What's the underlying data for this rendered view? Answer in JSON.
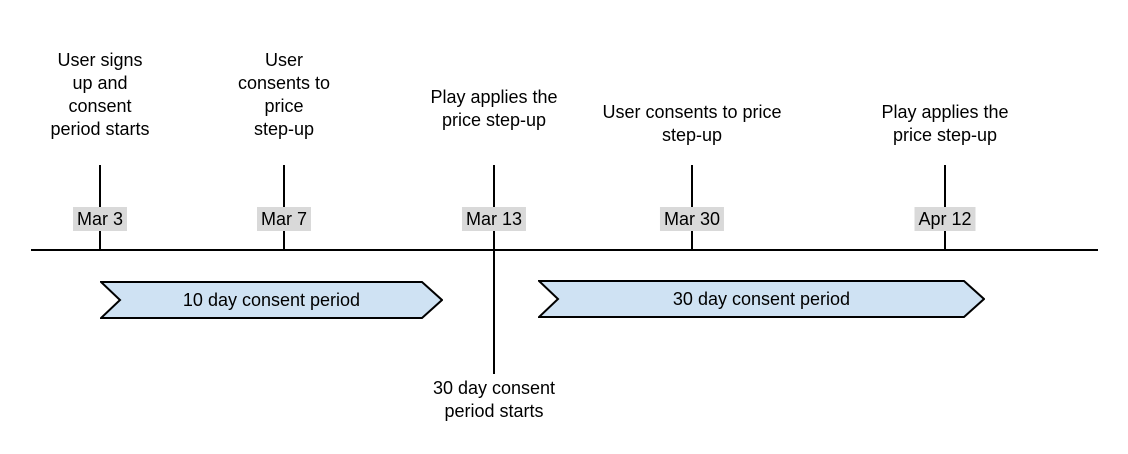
{
  "colors": {
    "background": "#ffffff",
    "text": "#000000",
    "line": "#000000",
    "arrow_fill": "#cfe2f3",
    "arrow_border": "#000000",
    "date_highlight": "#d9d9d9"
  },
  "timeline": {
    "events": [
      {
        "date": "Mar 3",
        "description": "User signs\nup and\nconsent\nperiod starts"
      },
      {
        "date": "Mar 7",
        "description": "User\nconsents to\nprice\nstep-up"
      },
      {
        "date": "Mar 13",
        "description": "Play applies the\nprice step-up",
        "note_below": "30 day consent\nperiod starts"
      },
      {
        "date": "Mar 30",
        "description": "User consents to price\nstep-up"
      },
      {
        "date": "Apr 12",
        "description": "Play applies the\nprice step-up"
      }
    ],
    "periods": [
      {
        "label": "10 day consent period"
      },
      {
        "label": "30 day consent period"
      }
    ]
  }
}
